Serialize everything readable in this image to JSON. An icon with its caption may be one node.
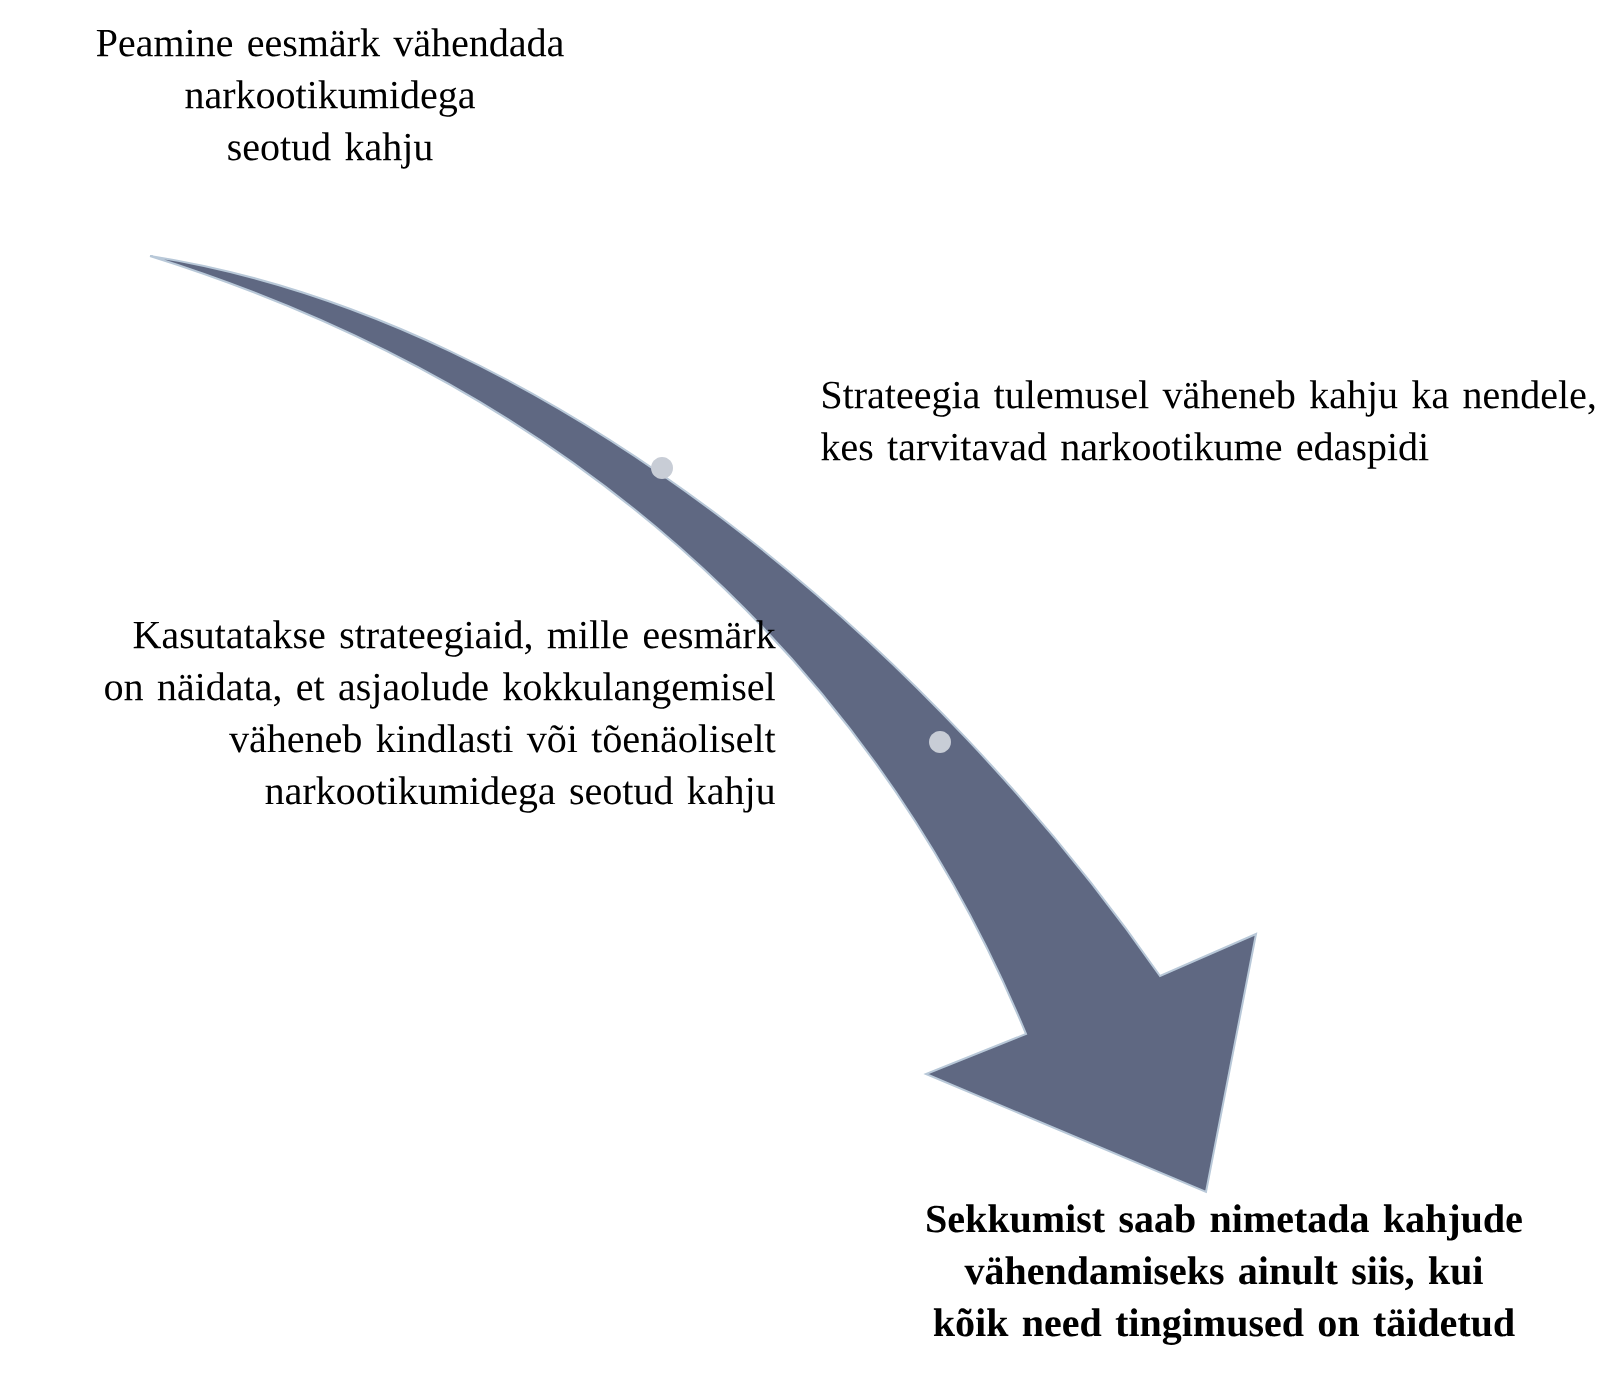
{
  "diagram": {
    "labels": [
      "Peamine eesmärk vähendada narkootikumidega seotud kahju",
      "Strateegia tulemusel väheneb kahju ka nendele, kes tarvitavad narkootikume edaspidi",
      "Kasutatakse strateegiaid, mille eesmärk on näidata, et asjaolude kokkulangemisel väheneb kindlasti või tõenäoliselt narkootikumidega seotud kahju",
      "Sekkumist saab nimetada kahjude vähendamiseks ainult siis, kui kõik need tingimused on täidetud"
    ]
  }
}
